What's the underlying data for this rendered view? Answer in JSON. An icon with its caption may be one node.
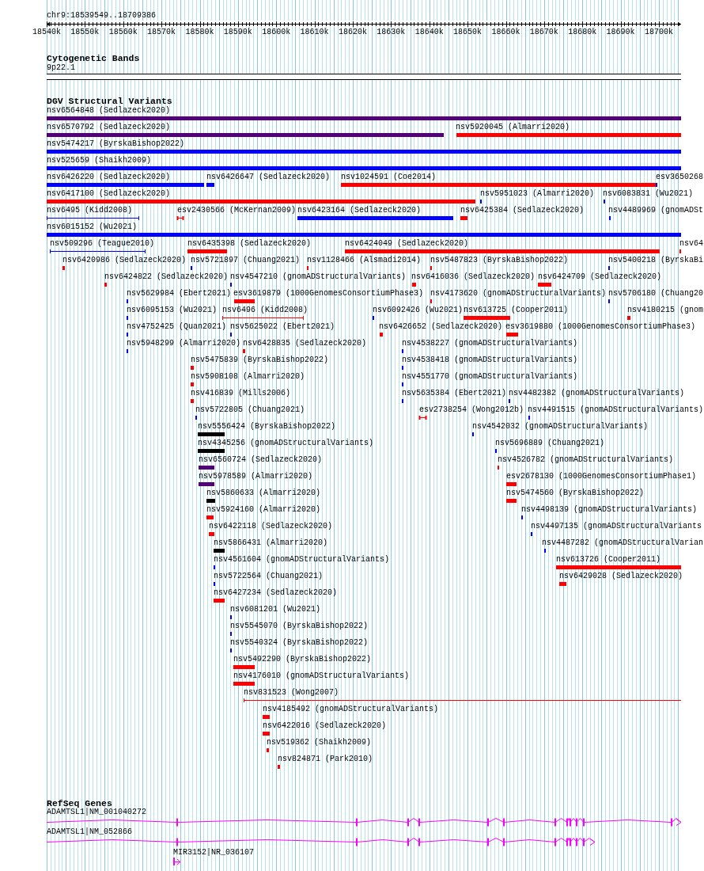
{
  "diagram": {
    "title": "chr9:18539549..18709386",
    "labels": [
      "18540k",
      "18550k",
      "18560k",
      "18570k",
      "18580k",
      "18590k",
      "18600k",
      "18610k",
      "18620k",
      "18630k",
      "18640k",
      "18650k",
      "18660k",
      "18670k",
      "18680k",
      "18690k",
      "18700k",
      "Cytogenetic Bands",
      "9p22.1",
      "DGV Structural Variants",
      "nsv6564848 (Sedlazeck2020)",
      "nsv6570792 (Sedlazeck2020)",
      "nsv5920045 (Almarri2020)",
      "nsv5474217 (ByrskaBishop2022)",
      "nsv525659 (Shaikh2009)",
      "nsv6426220 (Sedlazeck2020)",
      "nsv6426647 (Sedlazeck2020)",
      "nsv1024591 (Coe2014)",
      "esv3650268",
      "nsv6417100 (Sedlazeck2020)",
      "nsv5951023 (Almarri2020)",
      "nsv6083831 (Wu2021)",
      "nsv6495 (Kidd2008)",
      "esv2430566 (McKernan2009)",
      "nsv6423164 (Sedlazeck2020)",
      "nsv6425384 (Sedlazeck2020)",
      "nsv4489969 (gnomADSt",
      "nsv6015152 (Wu2021)",
      "nsv509296 (Teague2010)",
      "nsv6435398 (Sedlazeck2020)",
      "nsv6424049 (Sedlazeck2020)",
      "nsv64",
      "nsv6420986 (Sedlazeck2020)",
      "nsv5721897 (Chuang2021)",
      "nsv1128466 (Alsmadi2014)",
      "nsv5487823 (ByrskaBishop2022)",
      "nsv5400218 (ByrskaBi",
      "nsv6424822 (Sedlazeck2020)",
      "nsv4547210 (gnomADStructuralVariants)",
      "nsv6416036 (Sedlazeck2020)",
      "nsv6424709 (Sedlazeck2020)",
      "nsv5629984 (Ebert2021)",
      "esv3619879 (1000GenomesConsortiumPhase3)",
      "nsv4173620 (gnomADStructuralVariants)",
      "nsv5706180 (Chuang20",
      "nsv6095153 (Wu2021)",
      "nsv6496 (Kidd2008)",
      "nsv6092426 (Wu2021)",
      "nsv613725 (Cooper2011)",
      "nsv4180215 (gnom",
      "nsv4752425 (Quan2021)",
      "nsv5625022 (Ebert2021)",
      "nsv6426652 (Sedlazeck2020)",
      "esv3619880 (1000GenomesConsortiumPhase3)",
      "nsv5948299 (Almarri2020)",
      "nsv6428835 (Sedlazeck2020)",
      "nsv4538227 (gnomADStructuralVariants)",
      "nsv5475839 (ByrskaBishop2022)",
      "nsv4538418 (gnomADStructuralVariants)",
      "nsv5908108 (Almarri2020)",
      "nsv4551770 (gnomADStructuralVariants)",
      "nsv416839 (Mills2006)",
      "nsv5635384 (Ebert2021)",
      "nsv4482382 (gnomADStructuralVariants)",
      "nsv5722805 (Chuang2021)",
      "esv2738254 (Wong2012b)",
      "nsv4491515 (gnomADStructuralVariants)",
      "nsv5556424 (ByrskaBishop2022)",
      "nsv4542032 (gnomADStructuralVariants)",
      "nsv4345256 (gnomADStructuralVariants)",
      "nsv5696889 (Chuang2021)",
      "nsv6560724 (Sedlazeck2020)",
      "nsv4526782 (gnomADStructuralVariants)",
      "nsv5978589 (Almarri2020)",
      "esv2678130 (1000GenomesConsortiumPhase1)",
      "nsv5860633 (Almarri2020)",
      "nsv5474560 (ByrskaBishop2022)",
      "nsv5924160 (Almarri2020)",
      "nsv4498139 (gnomADStructuralVariants)",
      "nsv6422118 (Sedlazeck2020)",
      "nsv4497135 (gnomADStructuralVariants",
      "nsv5866431 (Almarri2020)",
      "nsv4487282 (gnomADStructuralVarian",
      "nsv4561604 (gnomADStructuralVariants)",
      "nsv613726 (Cooper2011)",
      "nsv5722564 (Chuang2021)",
      "nsv6429028 (Sedlazeck2020)",
      "nsv6427234 (Sedlazeck2020)",
      "nsv6081201 (Wu2021)",
      "nsv5545070 (ByrskaBishop2022)",
      "nsv5540324 (ByrskaBishop2022)",
      "nsv5492290 (ByrskaBishop2022)",
      "nsv4176010 (gnomADStructuralVariants)",
      "nsv831523 (Wong2007)",
      "nsv4185492 (gnomADStructuralVariants)",
      "nsv6422016 (Sedlazeck2020)",
      "nsv519362 (Shaikh2009)",
      "nsv824871 (Park2010)",
      "RefSeq Genes",
      "ADAMTSL1|NM_001040272",
      "ADAMTSL1|NM_052866",
      "MIR3152|NR_036107"
    ]
  }
}
